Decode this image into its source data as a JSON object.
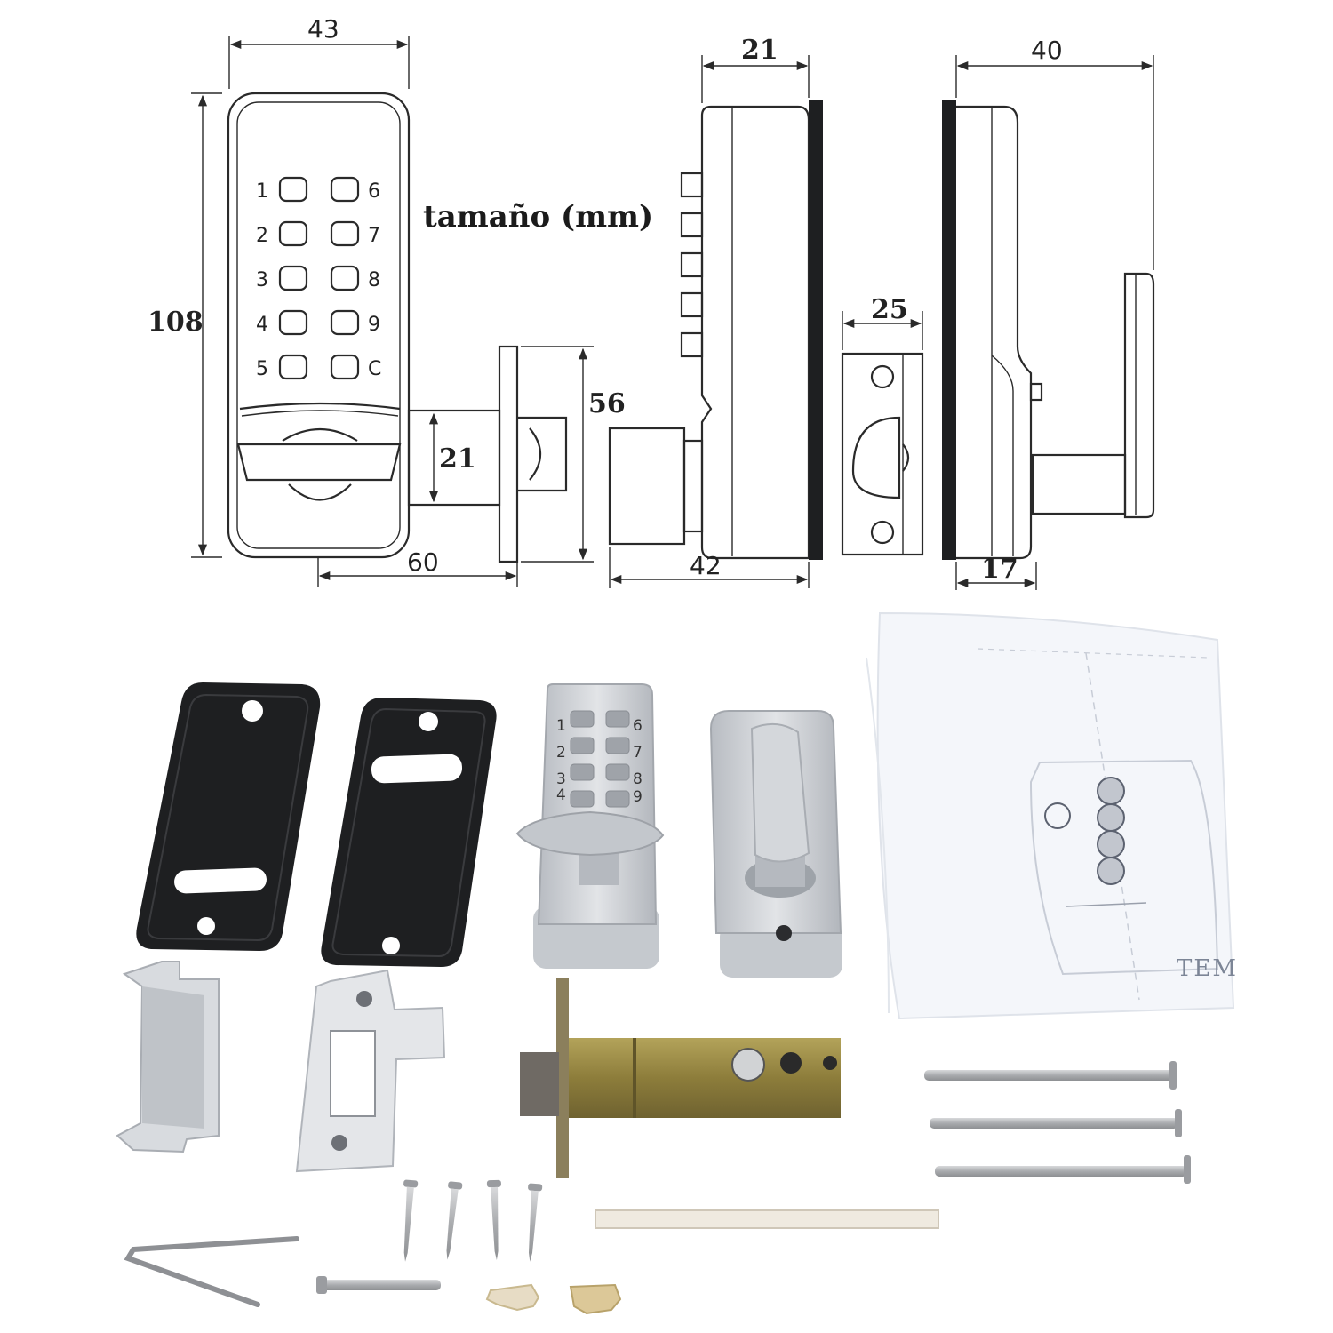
{
  "title": "tamaño (mm)",
  "dimensions": {
    "front_width": "43",
    "front_height": "108",
    "backset": "60",
    "bolt_height": "21",
    "faceplate_height": "56",
    "side_depth": "21",
    "side_total": "42",
    "strike_width": "25",
    "rear_depth": "40",
    "rear_spindle": "17"
  },
  "keypad": {
    "left_keys": [
      "1",
      "2",
      "3",
      "4",
      "5"
    ],
    "right_keys": [
      "6",
      "7",
      "8",
      "9",
      "C"
    ]
  },
  "photo_keypad": {
    "left_keys": [
      "1",
      "2",
      "3",
      "4"
    ],
    "right_keys": [
      "6",
      "7",
      "8",
      "9"
    ]
  },
  "template_label": "TEM",
  "colors": {
    "line": "#2a2a2a",
    "gasket": "#1e1f21",
    "metal": "#c9ccd0",
    "brass": "#9a8a45",
    "paper": "#f4f6fa"
  }
}
